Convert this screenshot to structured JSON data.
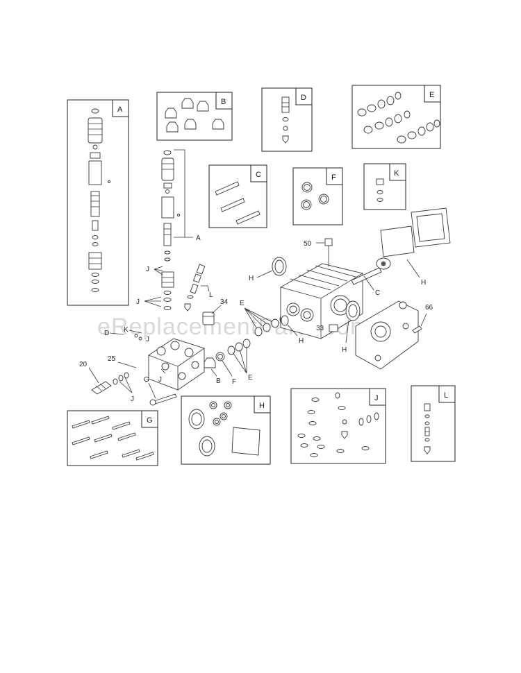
{
  "watermark": "eReplacementParts.com",
  "kits": [
    {
      "id": "kit-a",
      "tag": "A"
    },
    {
      "id": "kit-b",
      "tag": "B"
    },
    {
      "id": "kit-c",
      "tag": "C"
    },
    {
      "id": "kit-d",
      "tag": "D"
    },
    {
      "id": "kit-e",
      "tag": "E"
    },
    {
      "id": "kit-f",
      "tag": "F"
    },
    {
      "id": "kit-g",
      "tag": "G"
    },
    {
      "id": "kit-h",
      "tag": "H"
    },
    {
      "id": "kit-j",
      "tag": "J"
    },
    {
      "id": "kit-k",
      "tag": "K"
    },
    {
      "id": "kit-l",
      "tag": "L"
    }
  ],
  "callouts": {
    "a": "A",
    "j1": "J",
    "j2": "J",
    "l": "L",
    "n34": "34",
    "d": "D",
    "k": "K",
    "j3": "J",
    "e1": "E",
    "h1": "H",
    "n50": "50",
    "c": "C",
    "h2": "H",
    "n66": "66",
    "h3": "H",
    "h4": "H",
    "n33": "33",
    "n20": "20",
    "n25": "25",
    "j4": "J",
    "g": "G",
    "j5": "J",
    "b": "B",
    "f": "F",
    "e2": "E"
  }
}
